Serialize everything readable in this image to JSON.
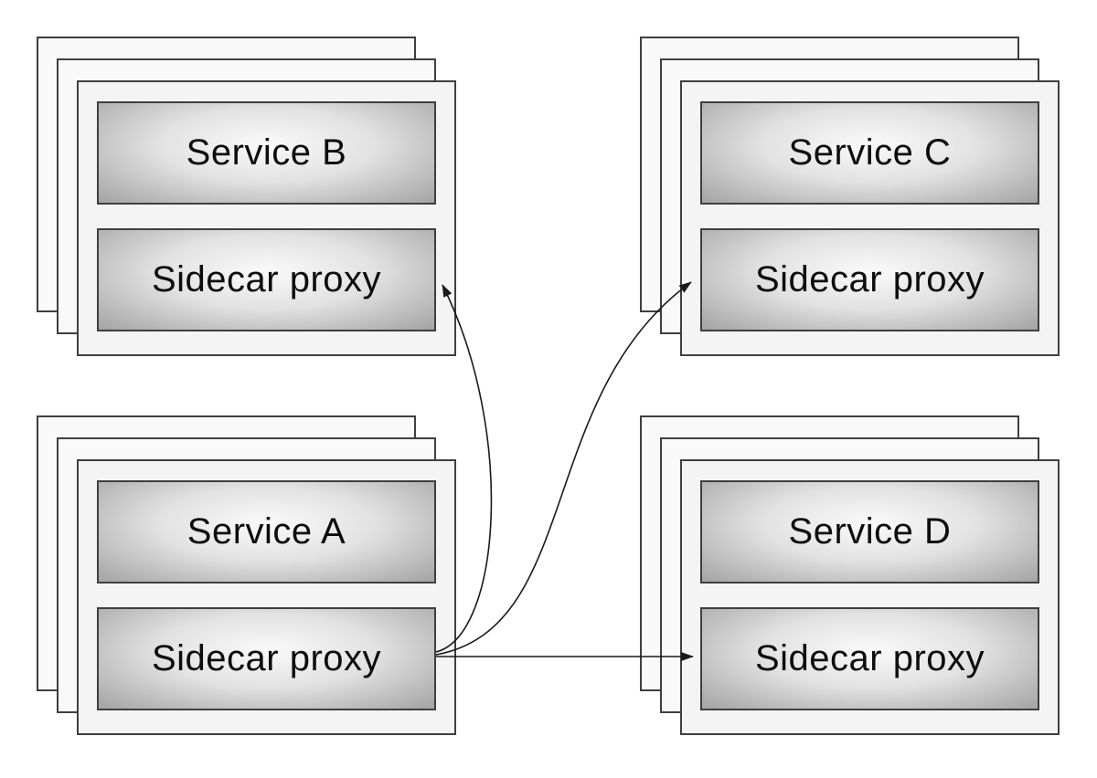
{
  "diagram": {
    "type": "service-mesh-sidecar-diagram",
    "groups": [
      {
        "id": "service-b",
        "position": "top-left",
        "service_label": "Service B",
        "proxy_label": "Sidecar proxy",
        "instance_cards": 3
      },
      {
        "id": "service-c",
        "position": "top-right",
        "service_label": "Service C",
        "proxy_label": "Sidecar proxy",
        "instance_cards": 3
      },
      {
        "id": "service-a",
        "position": "bottom-left",
        "service_label": "Service A",
        "proxy_label": "Sidecar proxy",
        "instance_cards": 3
      },
      {
        "id": "service-d",
        "position": "bottom-right",
        "service_label": "Service D",
        "proxy_label": "Sidecar proxy",
        "instance_cards": 3
      }
    ],
    "edges": [
      {
        "from": "service-a-sidecar-proxy",
        "to": "service-b-sidecar-proxy",
        "style": "curved-arrow"
      },
      {
        "from": "service-a-sidecar-proxy",
        "to": "service-c-sidecar-proxy",
        "style": "curved-arrow"
      },
      {
        "from": "service-a-sidecar-proxy",
        "to": "service-d-sidecar-proxy",
        "style": "straight-arrow"
      }
    ],
    "colors": {
      "background": "#ffffff",
      "card_fill": "#f9f9f9",
      "card_front_fill": "#f4f4f4",
      "card_border": "#3f3f3f",
      "node_border": "#3f3f3f",
      "gradient_light": "#fafafa",
      "gradient_mid": "#e2e2e2",
      "gradient_dark": "#a3a3a3",
      "arrow": "#1a1a1a",
      "text": "#0d0d0d"
    }
  }
}
